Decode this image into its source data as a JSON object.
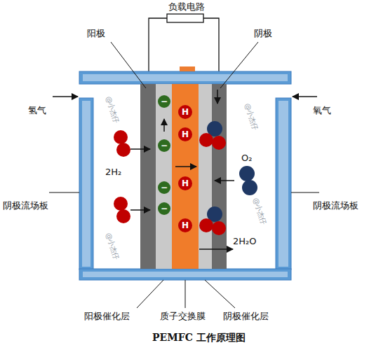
{
  "diagram": {
    "caption": "PEMFC 工作原理图",
    "nodes": [
      {
        "text": [
          "−"
        ]
      },
      {
        "text": [
          "−"
        ]
      },
      {
        "text": [
          "−"
        ]
      },
      {
        "text": [
          "−"
        ]
      },
      {
        "text": [
          "H"
        ]
      },
      {
        "text": [
          "H"
        ]
      },
      {
        "text": [
          "H"
        ]
      },
      {
        "text": [
          "H"
        ]
      }
    ],
    "labels": [
      "负载电路",
      "阳极",
      "阴极",
      "氢气",
      "氧气",
      "2H₂",
      "O₂",
      "2H₂O",
      "阴极流场板",
      "阴极流场板",
      "阳极催化层",
      "质子交换膜",
      "阴极催化层",
      "@小杰仔",
      "@小杰仔",
      "@小杰仔",
      "@小杰仔"
    ]
  }
}
